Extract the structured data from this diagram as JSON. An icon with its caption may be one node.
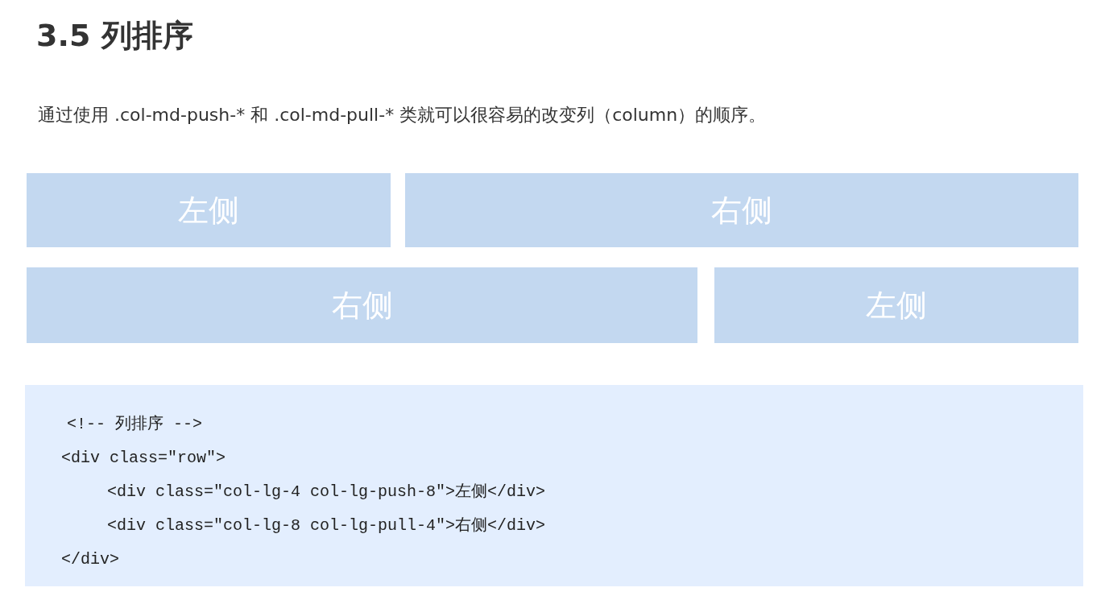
{
  "diagram": {
    "title": "3.5 列排序",
    "nodes": [
      {
        "text": [
          "左侧"
        ]
      },
      {
        "text": [
          "右侧"
        ]
      },
      {
        "text": [
          "右侧"
        ]
      },
      {
        "text": [
          "左侧"
        ]
      }
    ],
    "labels": [
      "通过使用 .col-md-push-* 和 .col-md-pull-* 类就可以很容易的改变列（column）的顺序。",
      "<!-- 列排序 -->",
      "<div class=\"row\">",
      "<div class=\"col-lg-4 col-lg-push-8\">左侧</div>",
      "<div class=\"col-lg-8 col-lg-pull-4\">右侧</div>",
      "</div>"
    ]
  }
}
